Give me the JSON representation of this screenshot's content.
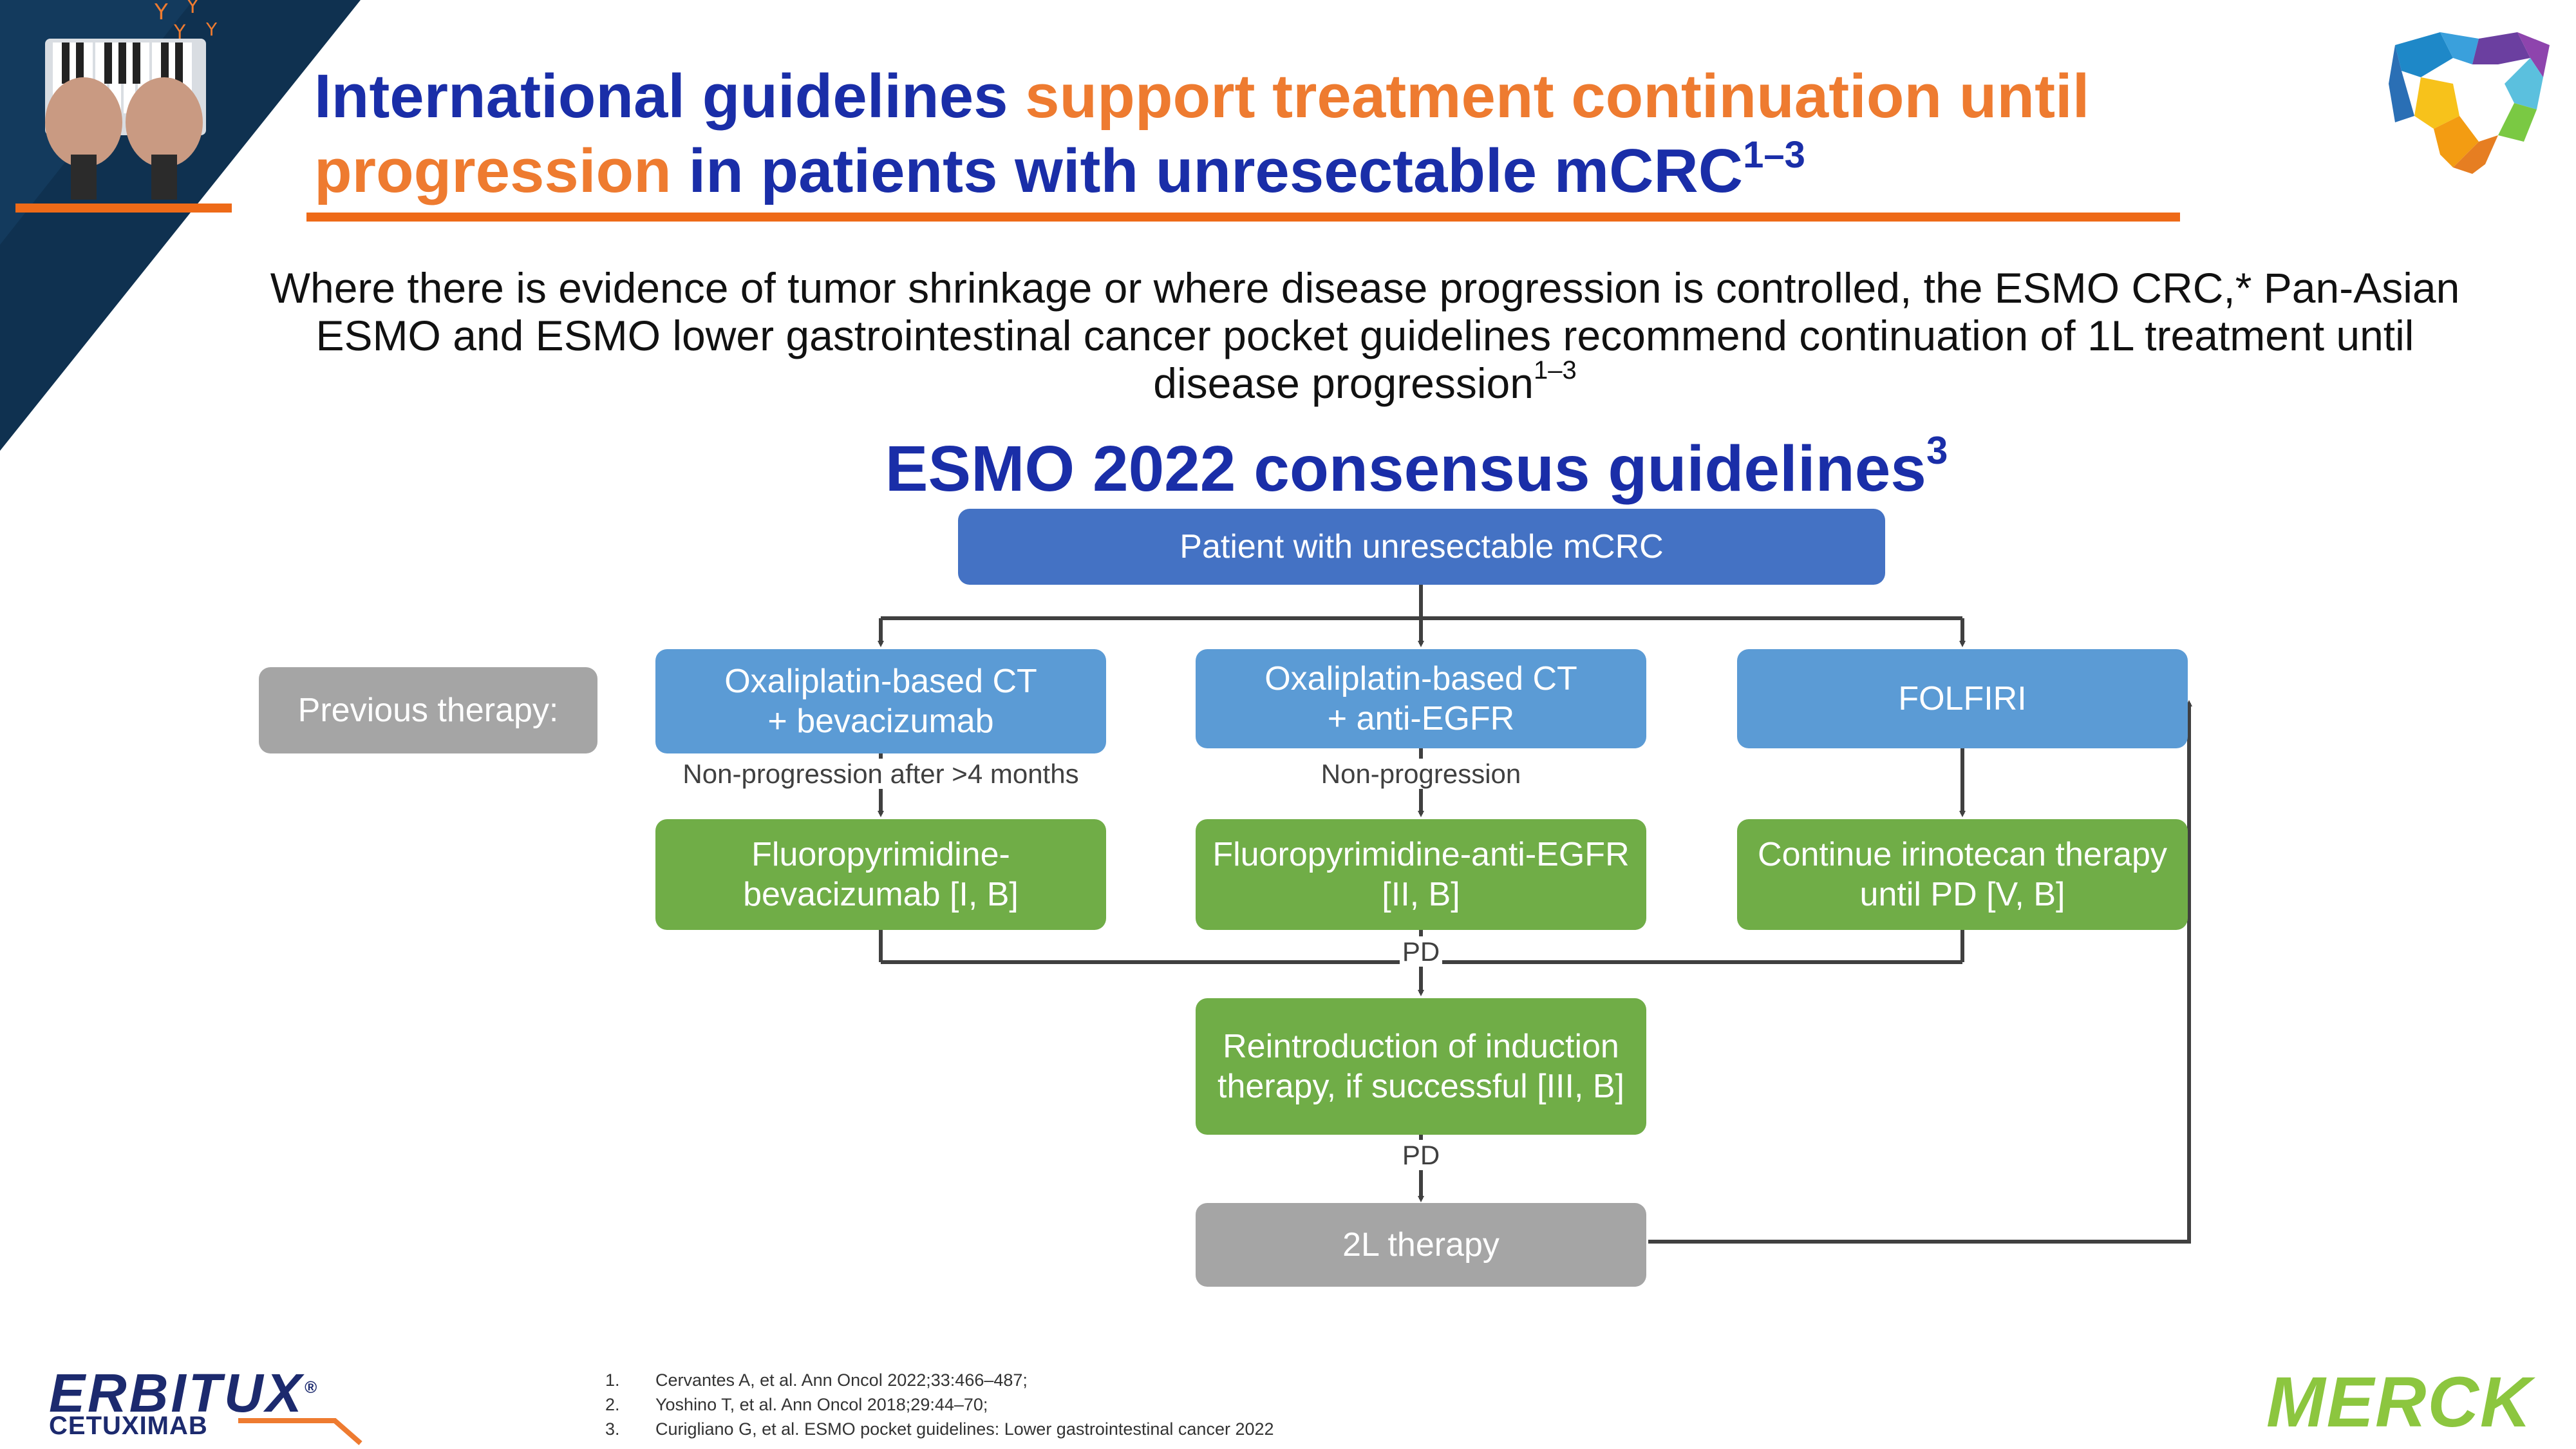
{
  "title": {
    "part1": "International guidelines ",
    "part2": "support treatment continuation until",
    "part3": "progression",
    "part4": " in patients with unresectable mCRC",
    "sup": "1–3"
  },
  "intro": {
    "line1": "Where there is evidence of tumor shrinkage or where disease progression is controlled, the ESMO CRC,* Pan-Asian",
    "line2": "ESMO and ESMO lower gastrointestinal cancer pocket guidelines recommend continuation of 1L treatment until",
    "line3": "disease progression",
    "sup": "1–3"
  },
  "subtitle": {
    "text": "ESMO 2022 consensus guidelines",
    "sup": "3"
  },
  "flow": {
    "top": "Patient with unresectable mCRC",
    "previous_therapy": "Previous therapy:",
    "col1": {
      "therapy_l1": "Oxaliplatin-based CT",
      "therapy_l2": "+ bevacizumab",
      "condition": "Non-progression after >4 months",
      "rec_l1": "Fluoropyrimidine-",
      "rec_l2": "bevacizumab [I, B]"
    },
    "col2": {
      "therapy_l1": "Oxaliplatin-based CT",
      "therapy_l2": "+ anti-EGFR",
      "condition": "Non-progression",
      "rec_l1": "Fluoropyrimidine-anti-EGFR",
      "rec_l2": "[II, B]"
    },
    "col3": {
      "therapy": "FOLFIRI",
      "rec_l1": "Continue irinotecan therapy",
      "rec_l2": "until PD [V, B]"
    },
    "pd1": "PD",
    "reintro_l1": "Reintroduction of induction",
    "reintro_l2": "therapy, if successful [III, B]",
    "pd2": "PD",
    "second_line": "2L therapy"
  },
  "references": [
    {
      "num": "1.",
      "text": "Cervantes A, et al. Ann Oncol 2022;33:466–487;"
    },
    {
      "num": "2.",
      "text": "Yoshino T, et al. Ann Oncol 2018;29:44–70;"
    },
    {
      "num": "3.",
      "text": "Curigliano G, et al. ESMO pocket guidelines: Lower gastrointestinal cancer 2022"
    }
  ],
  "logos": {
    "erbitux": "ERBITUX",
    "erbitux_reg": "®",
    "cetuximab": "CETUXIMAB",
    "merck": "MERCK"
  },
  "colors": {
    "title_blue": "#1a2ea8",
    "accent_orange": "#ee7b30",
    "box_dark_blue": "#4472c4",
    "box_light_blue": "#5b9bd5",
    "box_green": "#70ad47",
    "box_grey": "#a5a5a5",
    "merck_green": "#8cc63f"
  }
}
